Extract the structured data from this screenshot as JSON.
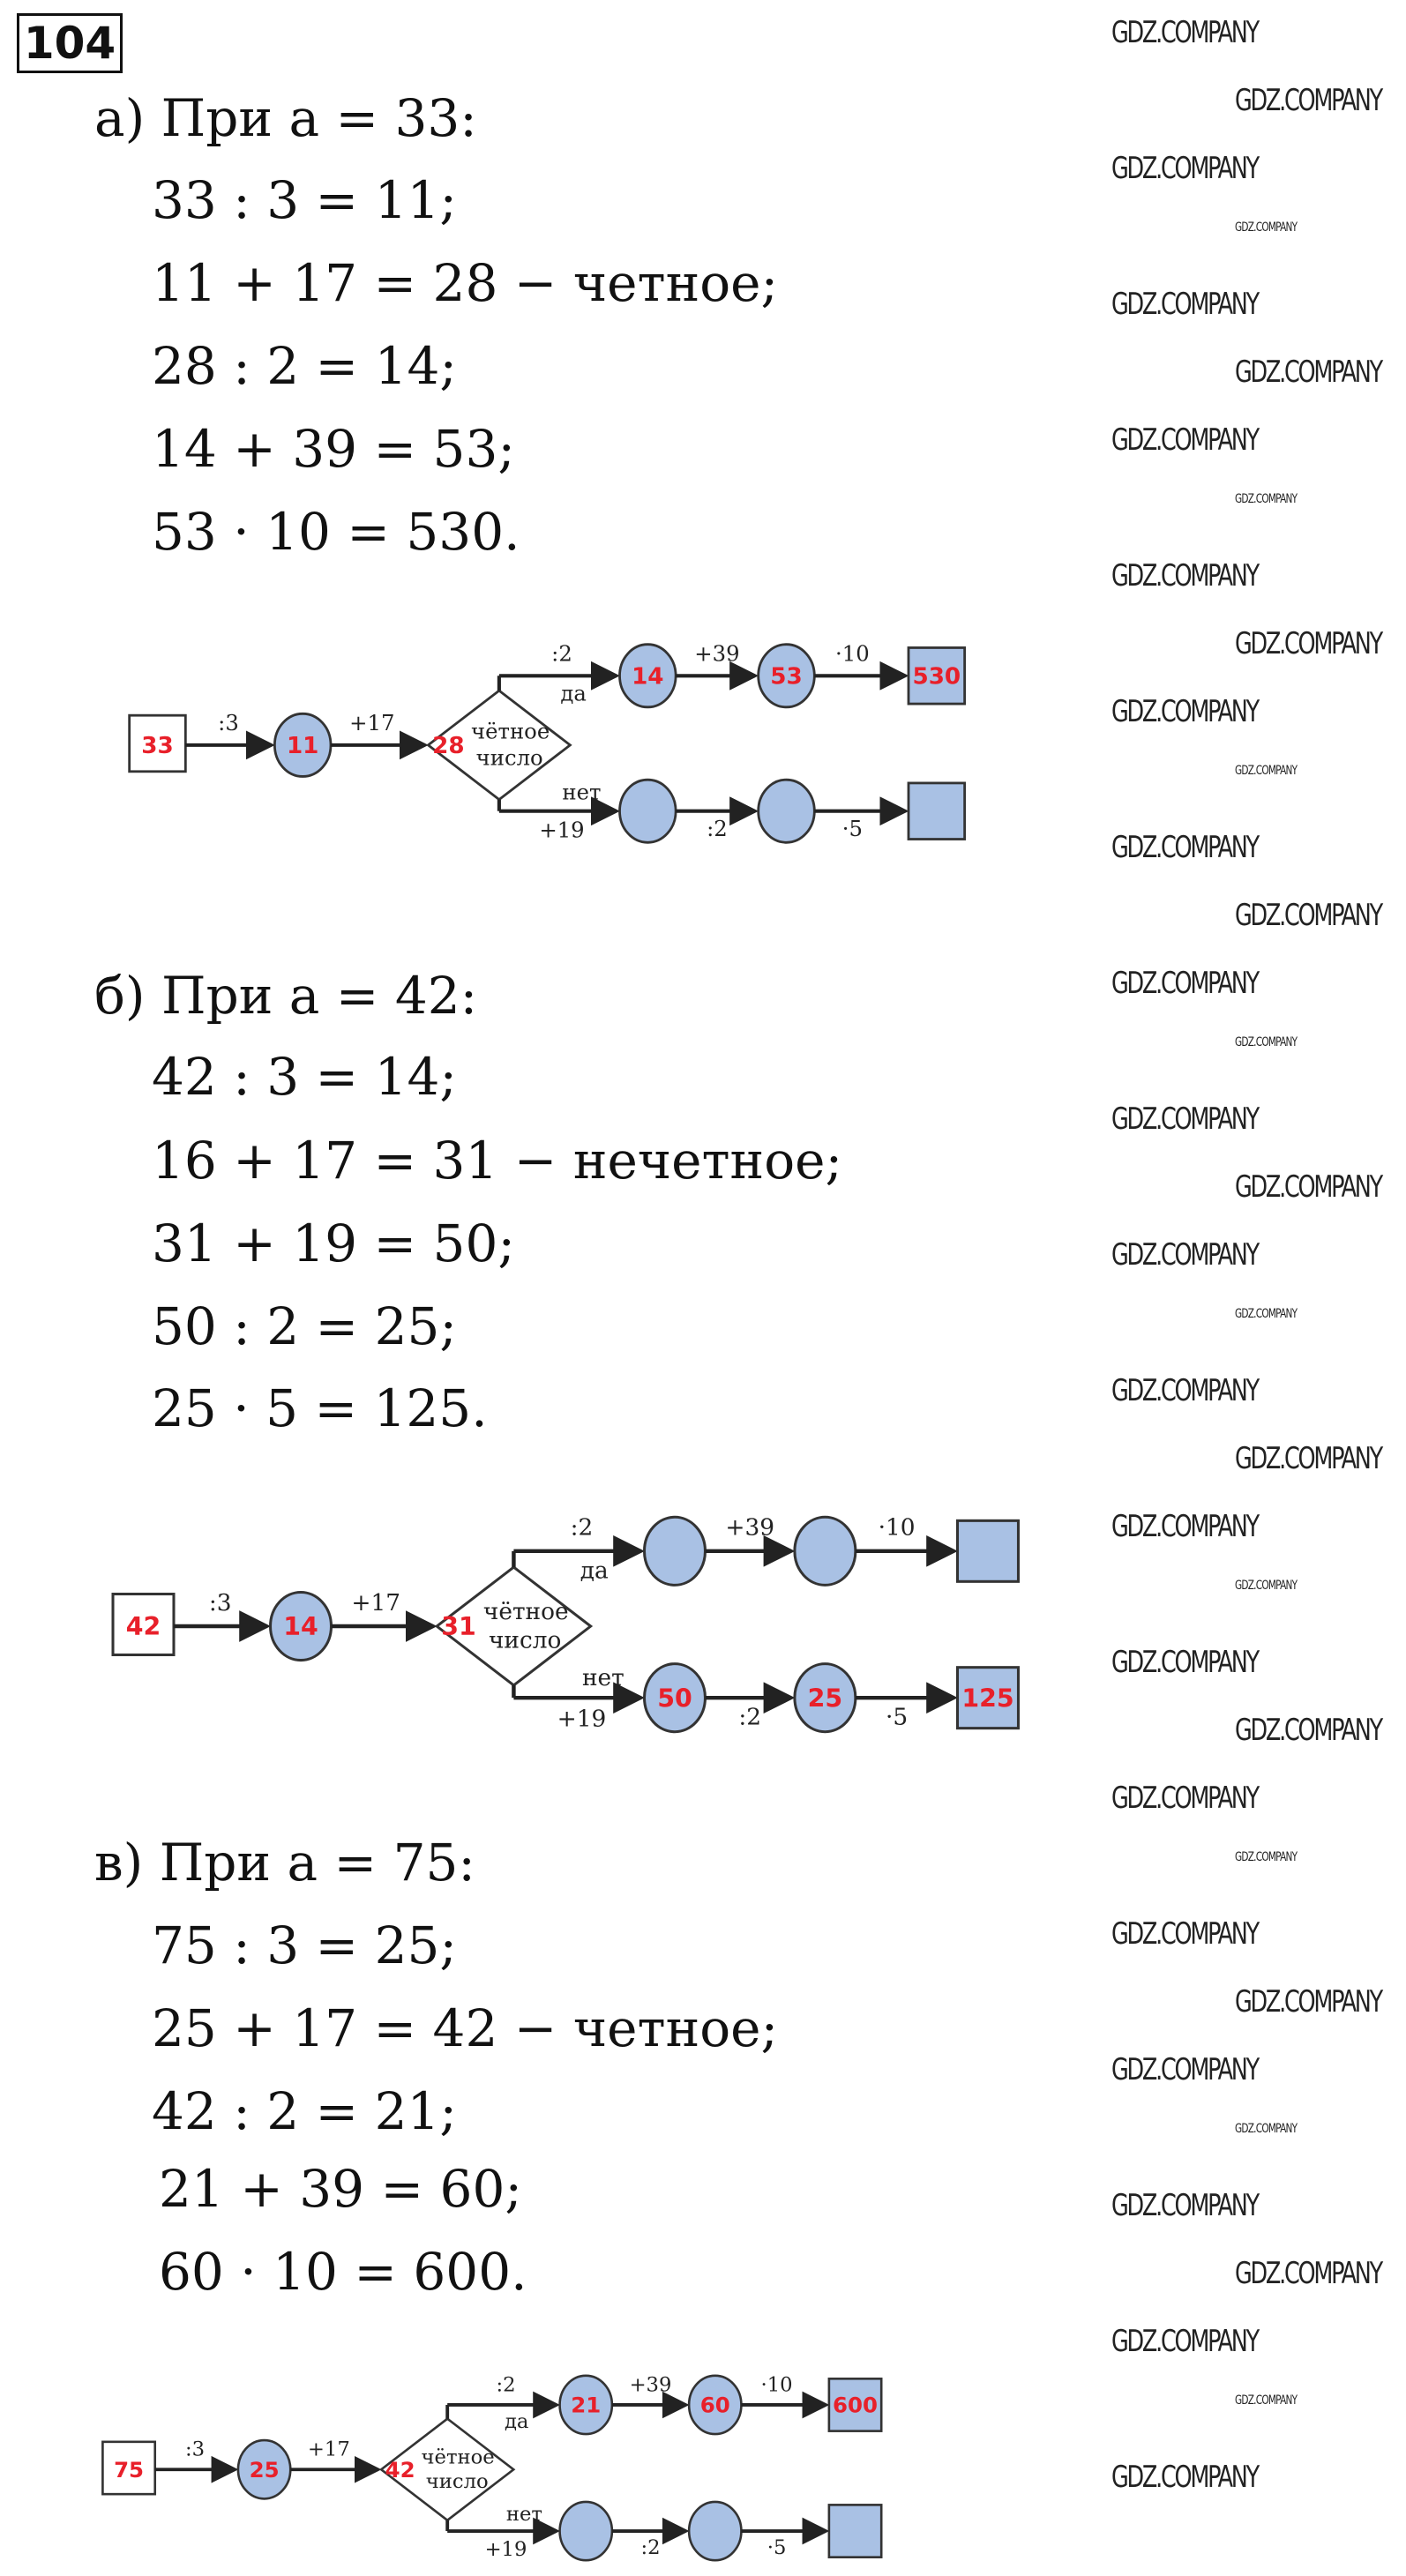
{
  "problem_number": "104",
  "parts": [
    {
      "header": "а) При a = 33:",
      "lines": [
        "33 : 3 = 11;",
        "11 + 17 = 28 − четное;",
        "28 : 2 = 14;",
        "14 + 39 = 53;",
        "53 · 10 = 530."
      ],
      "diagram": {
        "start": "33",
        "c1": "11",
        "diamond": "28",
        "yes": [
          "14",
          "53",
          "530"
        ],
        "no": [
          "",
          "",
          ""
        ]
      }
    },
    {
      "header": "б) При a = 42:",
      "lines": [
        "42 : 3 = 14;",
        "16 + 17 = 31 − нечетное;",
        "31 + 19 = 50;",
        "50 : 2 = 25;",
        "25 · 5 = 125."
      ],
      "diagram": {
        "start": "42",
        "c1": "14",
        "diamond": "31",
        "yes": [
          "",
          "",
          ""
        ],
        "no": [
          "50",
          "25",
          "125"
        ]
      }
    },
    {
      "header": "в) При a = 75:",
      "lines": [
        "75 : 3 = 25;",
        "25 + 17 = 42 − четное;",
        "42 : 2 = 21;",
        "21 + 39 = 60;",
        "60 · 10 = 600."
      ],
      "diagram": {
        "start": "75",
        "c1": "25",
        "diamond": "42",
        "yes": [
          "21",
          "60",
          "600"
        ],
        "no": [
          "",
          "",
          ""
        ]
      }
    }
  ],
  "diagram_labels": {
    "op1": ":3",
    "op2": "+17",
    "diamond_line1": "чётное",
    "diamond_line2": "число",
    "yes": "да",
    "no": "нет",
    "yes_ops": [
      ":2",
      "+39",
      "·10"
    ],
    "no_ops": [
      "+19",
      ":2",
      "·5"
    ]
  },
  "watermark": "GDZ.COMPANY",
  "colors": {
    "node_fill": "#a9c1e4",
    "value_red": "#e8202a"
  }
}
